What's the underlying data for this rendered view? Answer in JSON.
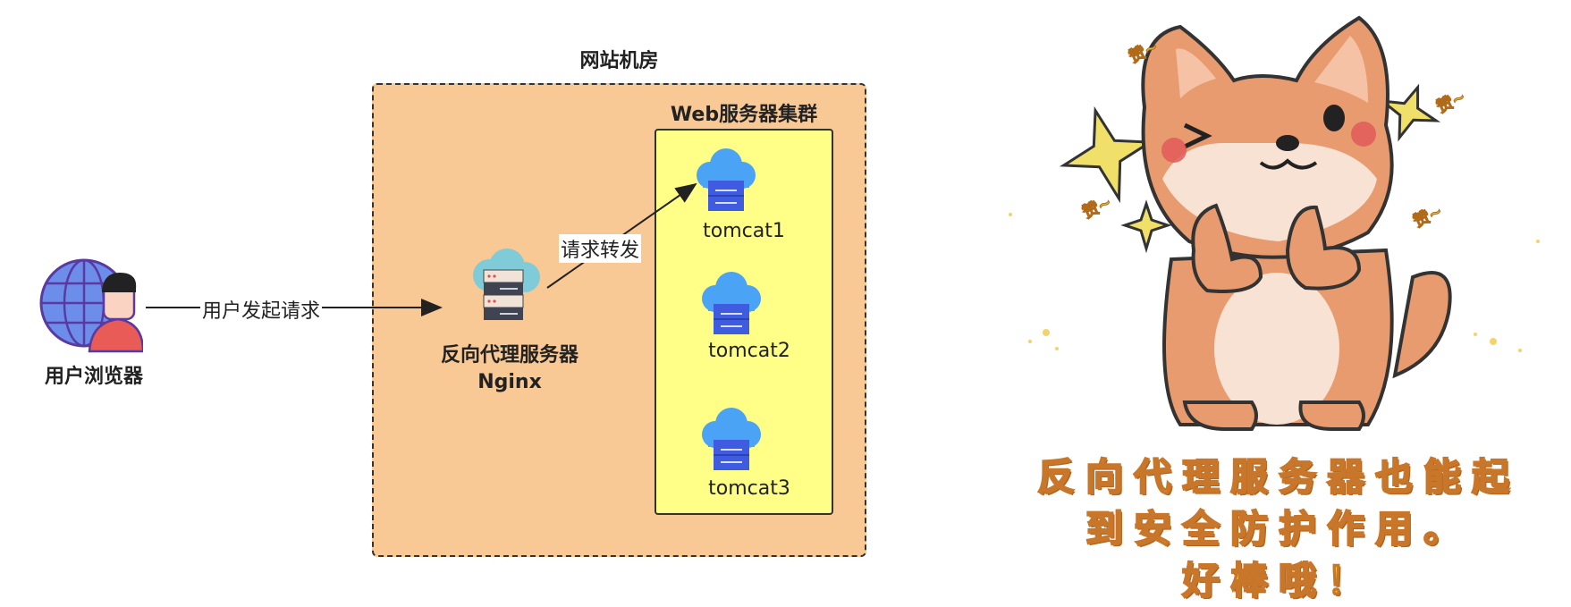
{
  "diagram": {
    "room_title": "网站机房",
    "cluster_title": "Web服务器集群",
    "user": {
      "label": "用户浏览器"
    },
    "proxy": {
      "line1": "反向代理服务器",
      "line2": "Nginx"
    },
    "servers": [
      {
        "label": "tomcat1"
      },
      {
        "label": "tomcat2"
      },
      {
        "label": "tomcat3"
      }
    ],
    "edges": {
      "user_to_proxy": "用户发起请求",
      "proxy_to_server": "请求转发"
    },
    "colors": {
      "room_fill": "#f8c895",
      "cluster_fill": "#ffff88",
      "cloud": "#4aa3f5",
      "server_box": "#3f5be0"
    }
  },
  "meme": {
    "caption_lines": [
      "反向代理服务器也能起",
      "到安全防护作用。",
      "好棒哦！"
    ],
    "sticker_text": "赞~"
  }
}
